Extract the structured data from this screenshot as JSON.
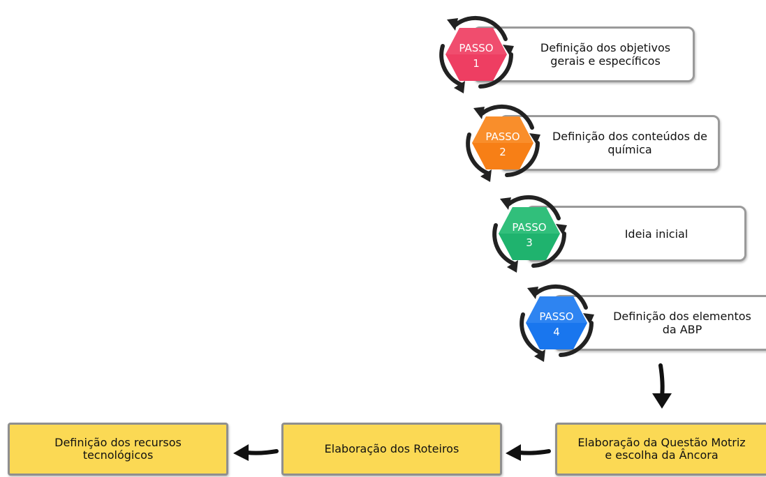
{
  "steps": [
    {
      "badge": "PASSO",
      "number": "1",
      "lines": [
        "Definição dos objetivos",
        "gerais e específicos"
      ],
      "color": "#ee3e62",
      "color_dark": "#c81e45"
    },
    {
      "badge": "PASSO",
      "number": "2",
      "lines": [
        "Definição dos conteúdos de",
        "química"
      ],
      "color": "#f77f16",
      "color_dark": "#d9600a"
    },
    {
      "badge": "PASSO",
      "number": "3",
      "lines": [
        "Ideia inicial"
      ],
      "color": "#1fb36e",
      "color_dark": "#0f8a4f"
    },
    {
      "badge": "PASSO",
      "number": "4",
      "lines": [
        "Definição dos elementos",
        "da ABP"
      ],
      "color": "#1976ee",
      "color_dark": "#0b4fc4"
    }
  ],
  "boxes": [
    {
      "lines": [
        "Elaboração da Questão Motriz",
        "e escolha da Âncora"
      ]
    },
    {
      "lines": [
        "Elaboração dos Roteiros"
      ]
    },
    {
      "lines": [
        "Definição dos recursos",
        "tecnológicos"
      ]
    }
  ],
  "colors": {
    "box_fill": "#fbd954",
    "box_border": "#8f8f8f",
    "step_border": "#9a9a9a",
    "arrow": "#111111"
  }
}
